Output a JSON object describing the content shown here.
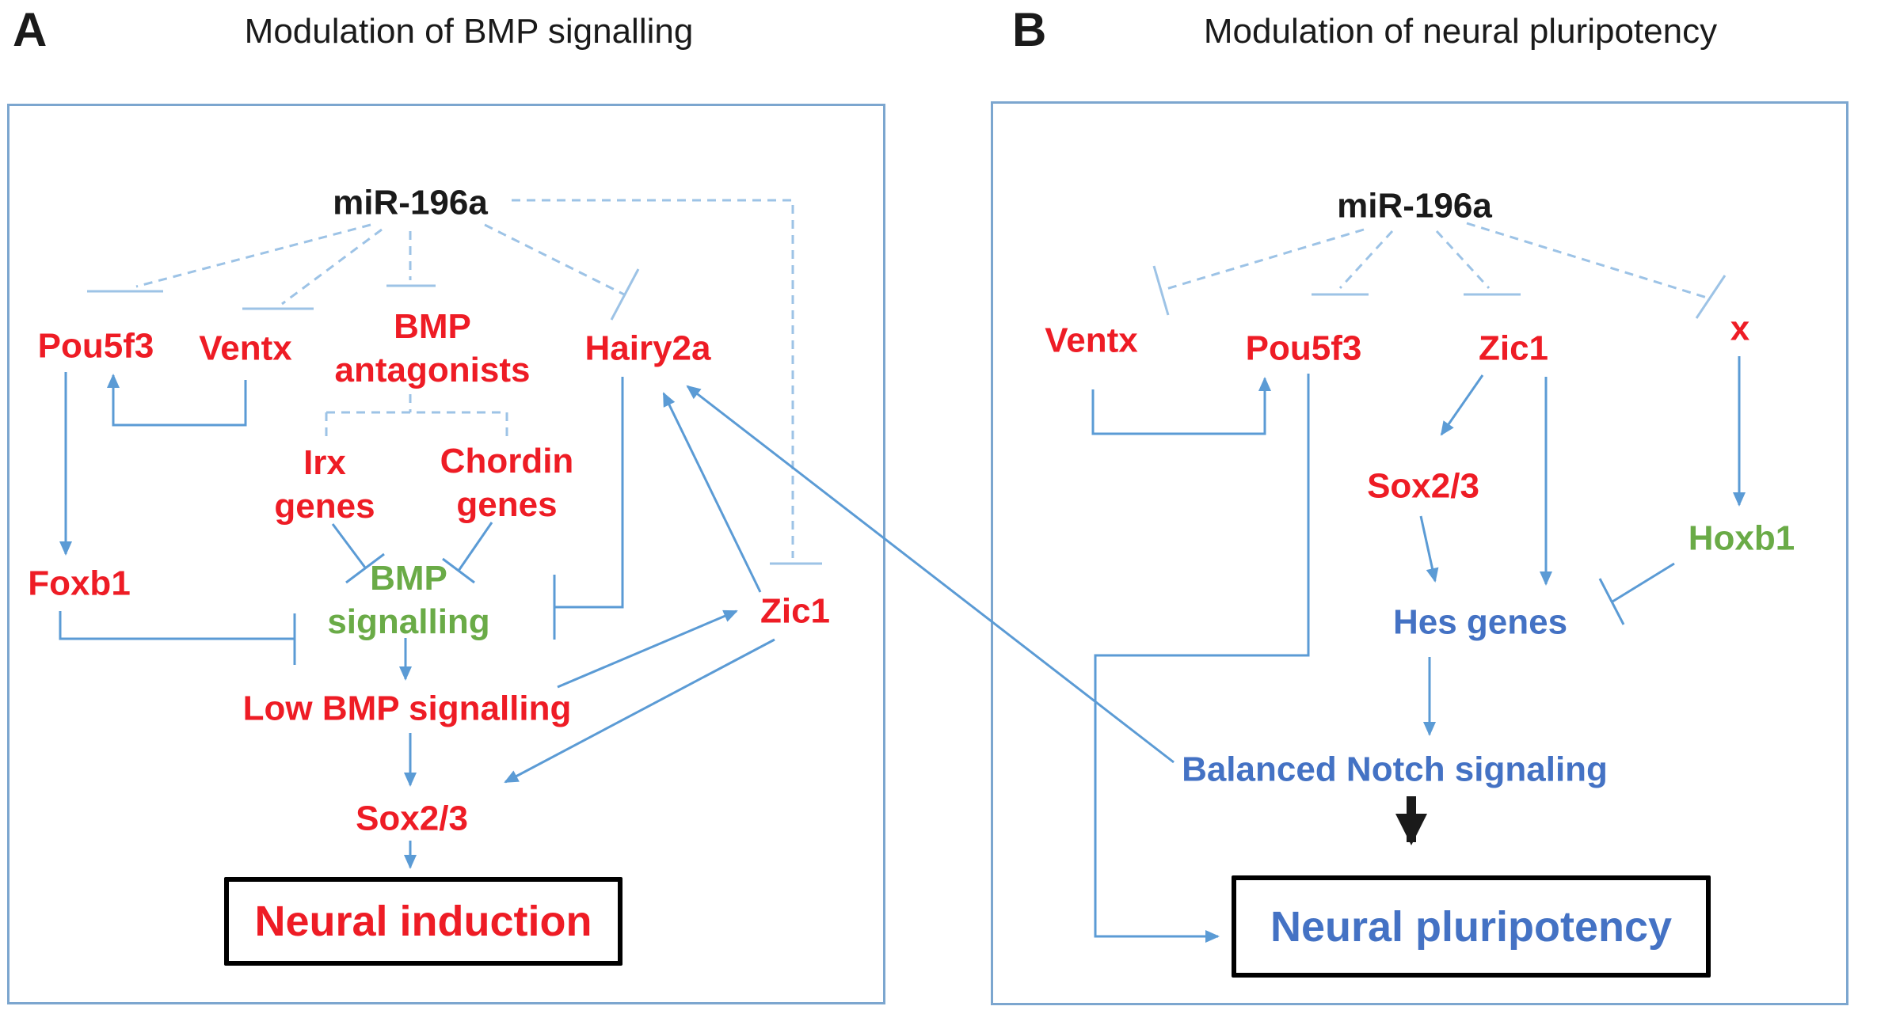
{
  "colors": {
    "red": "#ee1c25",
    "green": "#6aab47",
    "node_blue": "#4472c4",
    "line_blue": "#5b9bd5",
    "dashed_blue": "#9dc3e6",
    "black": "#1a1a1a",
    "panel_border": "#7ca6cf"
  },
  "panels": [
    {
      "label": "A",
      "title": "Modulation of BMP signalling",
      "nodes": [
        {
          "id": "mir196a",
          "text": "miR-196a"
        },
        {
          "id": "pou5f3",
          "text": "Pou5f3"
        },
        {
          "id": "ventx",
          "text": "Ventx"
        },
        {
          "id": "bmp_antagonists",
          "text": "BMP\nantagonists"
        },
        {
          "id": "hairy2a",
          "text": "Hairy2a"
        },
        {
          "id": "irx_genes",
          "text": "Irx\ngenes"
        },
        {
          "id": "chordin_genes",
          "text": "Chordin\ngenes"
        },
        {
          "id": "bmp_signalling",
          "text": "BMP\nsignalling"
        },
        {
          "id": "foxb1",
          "text": "Foxb1"
        },
        {
          "id": "low_bmp_signalling",
          "text": "Low BMP signalling"
        },
        {
          "id": "zic1",
          "text": "Zic1"
        },
        {
          "id": "sox23",
          "text": "Sox2/3"
        },
        {
          "id": "neural_induction",
          "text": "Neural induction"
        }
      ]
    },
    {
      "label": "B",
      "title": "Modulation of neural pluripotency",
      "nodes": [
        {
          "id": "mir196a",
          "text": "miR-196a"
        },
        {
          "id": "ventx",
          "text": "Ventx"
        },
        {
          "id": "pou5f3",
          "text": "Pou5f3"
        },
        {
          "id": "zic1",
          "text": "Zic1"
        },
        {
          "id": "x",
          "text": "x"
        },
        {
          "id": "sox23",
          "text": "Sox2/3"
        },
        {
          "id": "hoxb1",
          "text": "Hoxb1"
        },
        {
          "id": "hes_genes",
          "text": "Hes genes"
        },
        {
          "id": "balanced_notch",
          "text": "Balanced Notch signaling"
        },
        {
          "id": "neural_pluripotency",
          "text": "Neural pluripotency"
        }
      ]
    }
  ]
}
